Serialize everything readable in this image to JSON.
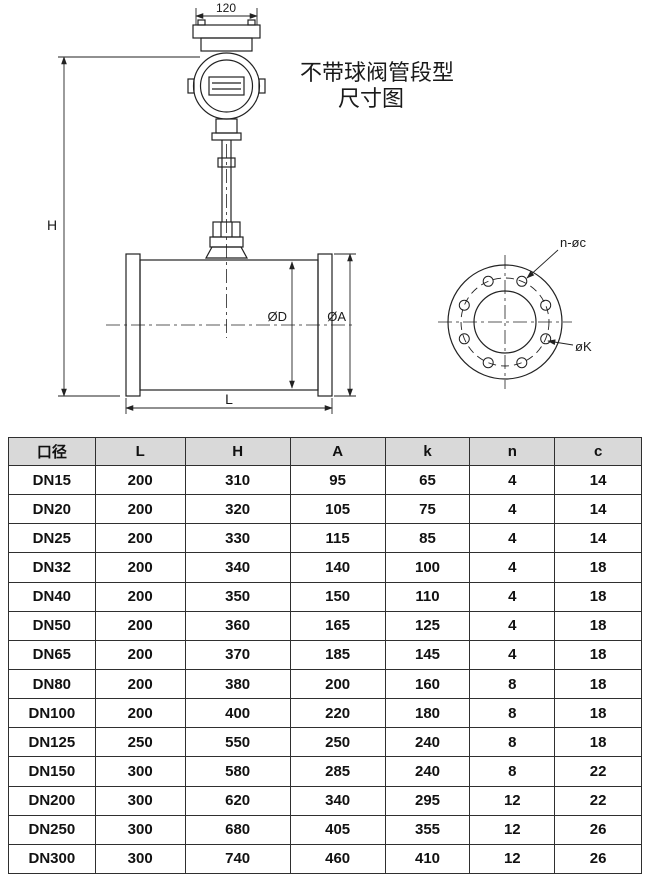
{
  "title": {
    "line1": "不带球阀管段型",
    "line2": "尺寸图"
  },
  "drawing": {
    "dim_width": "120",
    "dim_height": "H",
    "dim_length": "L",
    "dim_inner_dia": "ØD",
    "dim_outer_dia": "ØA",
    "label_bolt_holes": "n-øc",
    "label_bolt_circle": "øK"
  },
  "table": {
    "headers": [
      "口径",
      "L",
      "H",
      "A",
      "k",
      "n",
      "c"
    ],
    "rows": [
      [
        "DN15",
        "200",
        "310",
        "95",
        "65",
        "4",
        "14"
      ],
      [
        "DN20",
        "200",
        "320",
        "105",
        "75",
        "4",
        "14"
      ],
      [
        "DN25",
        "200",
        "330",
        "115",
        "85",
        "4",
        "14"
      ],
      [
        "DN32",
        "200",
        "340",
        "140",
        "100",
        "4",
        "18"
      ],
      [
        "DN40",
        "200",
        "350",
        "150",
        "110",
        "4",
        "18"
      ],
      [
        "DN50",
        "200",
        "360",
        "165",
        "125",
        "4",
        "18"
      ],
      [
        "DN65",
        "200",
        "370",
        "185",
        "145",
        "4",
        "18"
      ],
      [
        "DN80",
        "200",
        "380",
        "200",
        "160",
        "8",
        "18"
      ],
      [
        "DN100",
        "200",
        "400",
        "220",
        "180",
        "8",
        "18"
      ],
      [
        "DN125",
        "250",
        "550",
        "250",
        "240",
        "8",
        "18"
      ],
      [
        "DN150",
        "300",
        "580",
        "285",
        "240",
        "8",
        "22"
      ],
      [
        "DN200",
        "300",
        "620",
        "340",
        "295",
        "12",
        "22"
      ],
      [
        "DN250",
        "300",
        "680",
        "405",
        "355",
        "12",
        "26"
      ],
      [
        "DN300",
        "300",
        "740",
        "460",
        "410",
        "12",
        "26"
      ]
    ]
  },
  "colors": {
    "table_header_bg": "#d9d9d9",
    "line_color": "#222222",
    "border_color": "#2f2f2f"
  }
}
